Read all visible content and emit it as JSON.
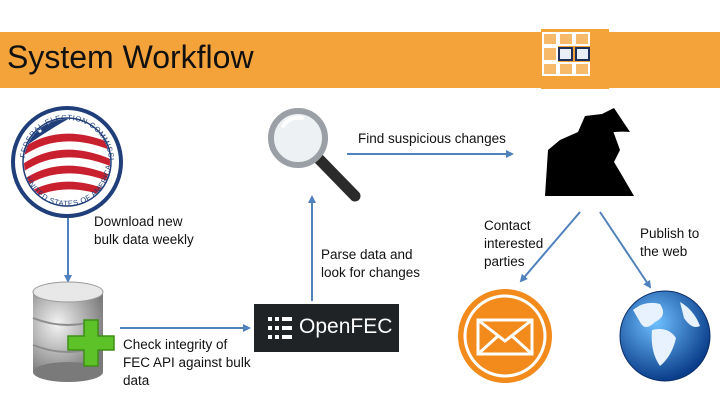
{
  "header": {
    "title": "System Workflow",
    "accent_color": "#f4a33a"
  },
  "nodes": {
    "fec_seal": {
      "icon": "fec-seal-icon",
      "text": "FEDERAL ELECTION COMMISSION · UNITED STATES OF AMERICA"
    },
    "database": {
      "icon": "database-add-icon"
    },
    "openfec": {
      "label": "OpenFEC",
      "icon": "openfec-logo-icon"
    },
    "magnifier": {
      "icon": "magnifying-glass-icon"
    },
    "detective": {
      "icon": "detective-silhouette-icon"
    },
    "email": {
      "icon": "envelope-icon"
    },
    "globe": {
      "icon": "globe-icon"
    }
  },
  "steps": {
    "download": [
      "Download new",
      "bulk data weekly"
    ],
    "check": [
      "Check integrity of",
      "FEC API against bulk",
      "data"
    ],
    "parse": [
      "Parse data and",
      "look for changes"
    ],
    "find": "Find suspicious changes",
    "contact": [
      "Contact",
      "interested",
      "parties"
    ],
    "publish": [
      "Publish to",
      "the web"
    ]
  },
  "colors": {
    "arrow": "#4f81bd",
    "orange": "#f28a1c",
    "green": "#5cc227"
  }
}
